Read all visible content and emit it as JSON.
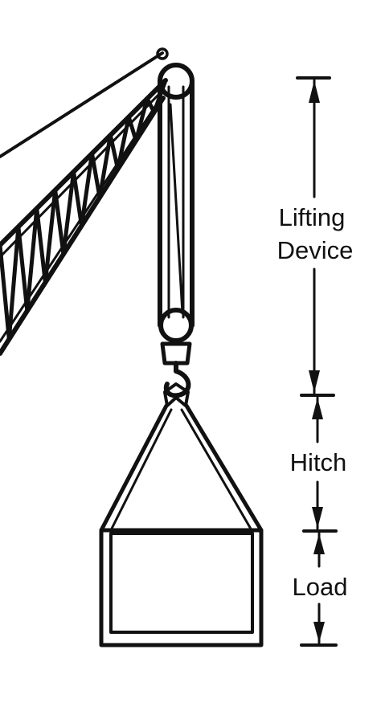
{
  "labels": {
    "lifting_device_line1": "Lifting",
    "lifting_device_line2": "Device",
    "hitch": "Hitch",
    "load": "Load"
  },
  "colors": {
    "ink": "#111111",
    "background": "#ffffff"
  }
}
